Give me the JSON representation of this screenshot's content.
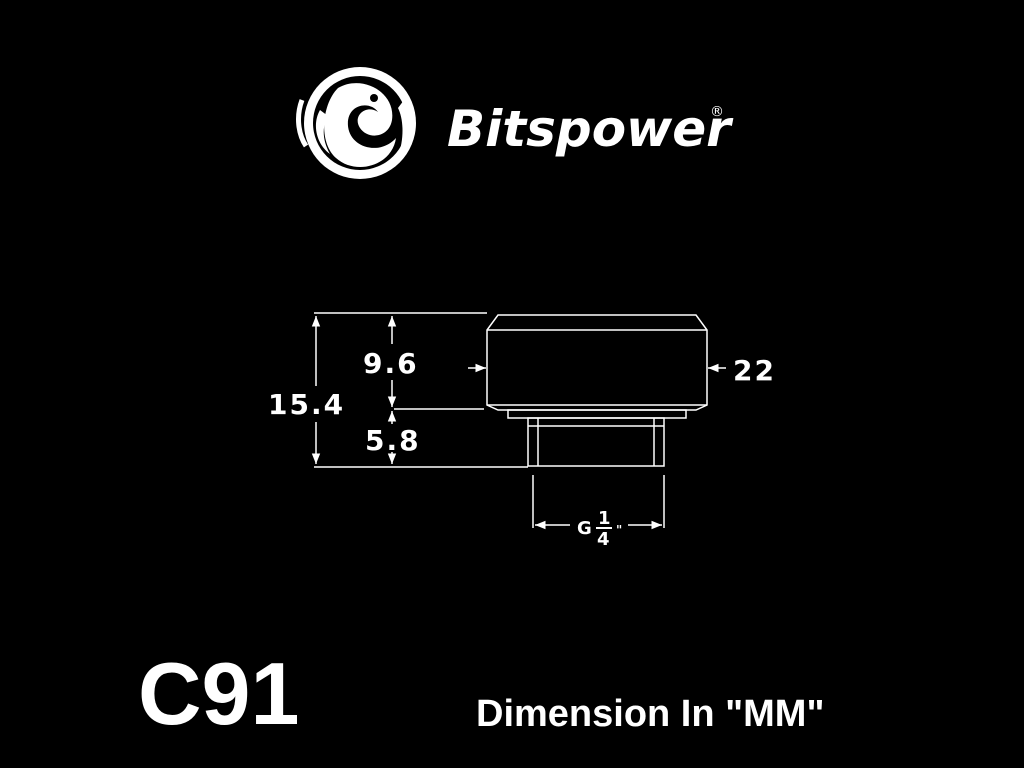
{
  "brand": {
    "name": "Bitspower",
    "registered_mark": "®"
  },
  "dimensions": {
    "total_height": "15.4",
    "head_height": "9.6",
    "thread_height": "5.8",
    "head_diameter": "22",
    "thread_prefix": "G",
    "thread_numerator": "1",
    "thread_denominator": "4",
    "thread_unit": "\""
  },
  "footer": {
    "model": "C91",
    "caption": "Dimension In \"MM\""
  },
  "colors": {
    "background": "#000000",
    "line": "#ffffff"
  }
}
